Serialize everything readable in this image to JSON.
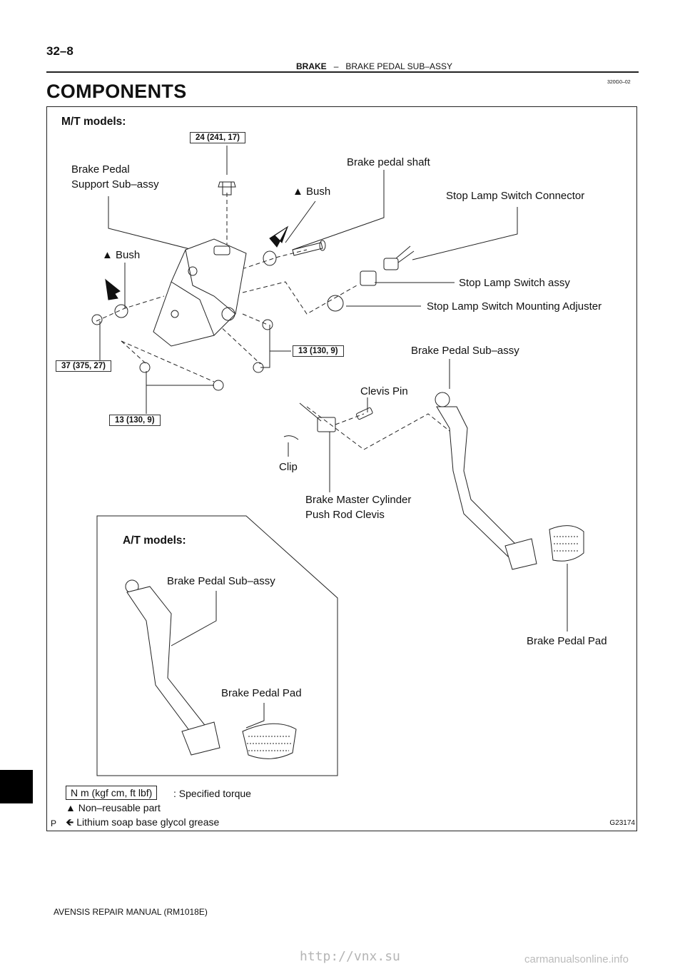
{
  "header": {
    "page_number": "32–8",
    "section": "BRAKE",
    "separator": "–",
    "subsection": "BRAKE PEDAL SUB–ASSY",
    "code": "320G0–02"
  },
  "title": "COMPONENTS",
  "figure": {
    "mt_heading": "M/T models:",
    "at_heading": "A/T models:",
    "figure_id": "G23174",
    "p_mark": "P",
    "labels": {
      "support_line1": "Brake Pedal",
      "support_line2": "Support Sub–assy",
      "brake_pedal_shaft": "Brake pedal shaft",
      "bush_upper": "Bush",
      "bush_left": "Bush",
      "stop_lamp_connector": "Stop Lamp Switch Connector",
      "stop_lamp_switch": "Stop Lamp Switch assy",
      "stop_lamp_adjuster": "Stop Lamp Switch Mounting Adjuster",
      "pedal_sub_assy_mt": "Brake Pedal Sub–assy",
      "clevis_pin": "Clevis Pin",
      "clip": "Clip",
      "push_rod_line1": "Brake Master Cylinder",
      "push_rod_line2": "Push Rod Clevis",
      "pedal_pad_mt": "Brake Pedal Pad",
      "pedal_sub_assy_at": "Brake Pedal Sub–assy",
      "pedal_pad_at": "Brake Pedal Pad"
    },
    "torques": {
      "t1": "24 (241, 17)",
      "t2": "37 (375, 27)",
      "t3": "13 (130, 9)",
      "t4": "13 (130, 9)"
    },
    "legend": {
      "torque_unit": "N m (kgf cm, ft lbf)",
      "torque_desc": ": Specified torque",
      "non_reusable": "Non–reusable part",
      "grease": "Lithium soap base glycol grease"
    }
  },
  "footer": "AVENSIS REPAIR MANUAL   (RM1018E)",
  "watermarks": {
    "url1": "http://vnx.su",
    "url2": "carmanualsonline.info"
  }
}
